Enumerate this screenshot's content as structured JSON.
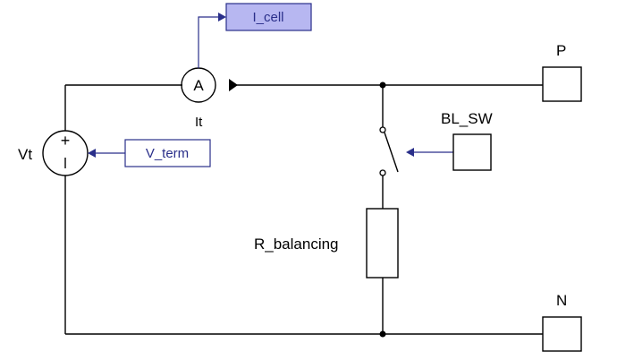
{
  "diagram": {
    "source_label": "Vt",
    "source_plus": "+",
    "ammeter_symbol": "A",
    "current_label": "It",
    "resistor_label": "R_balancing",
    "tags": {
      "cell_current": "I_cell",
      "terminal_voltage": "V_term"
    },
    "ports": {
      "positive": "P",
      "negative": "N",
      "switch_control": "BL_SW"
    },
    "colors": {
      "wire": "#000000",
      "signal": "#2a2f8a",
      "tag_fill_active": "#b7b7f1",
      "tag_fill": "#ffffff"
    }
  }
}
